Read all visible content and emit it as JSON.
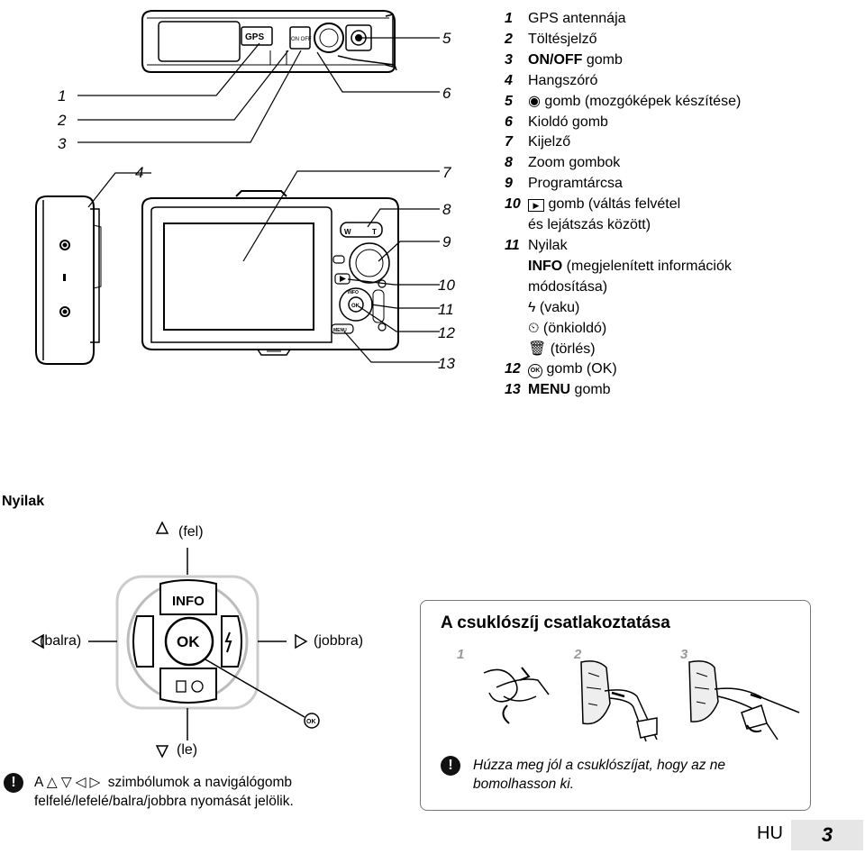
{
  "callouts": {
    "left": [
      "1",
      "2",
      "3",
      "4"
    ],
    "right": [
      "5",
      "6",
      "7",
      "8",
      "9",
      "10",
      "11",
      "12",
      "13"
    ]
  },
  "camera_labels": {
    "gps": "GPS",
    "on_off": "ON OFF",
    "wide": "W",
    "tele": "T",
    "info": "INFO",
    "menu": "MENU",
    "ok": "OK"
  },
  "legend": {
    "item1": {
      "n": "1",
      "text": "GPS antennája"
    },
    "item2": {
      "n": "2",
      "text": "Töltésjelző"
    },
    "item3": {
      "n": "3",
      "bold": "ON/OFF",
      "text": " gomb"
    },
    "item4": {
      "n": "4",
      "text": "Hangszóró"
    },
    "item5": {
      "n": "5",
      "text": " gomb (mozgóképek készítése)"
    },
    "item6": {
      "n": "6",
      "text": "Kioldó gomb"
    },
    "item7": {
      "n": "7",
      "text": "Kijelző"
    },
    "item8": {
      "n": "8",
      "text": "Zoom gombok"
    },
    "item9": {
      "n": "9",
      "text": "Programtárcsa"
    },
    "item10": {
      "n": "10",
      "text": " gomb (váltás felvétel",
      "cont": "és lejátszás között)"
    },
    "item11": {
      "n": "11",
      "text": "Nyilak",
      "info_bold": "INFO",
      "info_text": " (megjelenített információk",
      "info_cont": "módosítása)",
      "flash": " (vaku)",
      "timer": " (önkioldó)",
      "trash": " (törlés)"
    },
    "item12": {
      "n": "12",
      "text": " gomb (OK)"
    },
    "item13": {
      "n": "13",
      "bold": "MENU",
      "text": " gomb"
    }
  },
  "arrows_section": {
    "title": "Nyilak",
    "up": "(fel)",
    "down": "(le)",
    "left": "(balra)",
    "right": "(jobbra)",
    "info_label": "INFO",
    "ok_label": "OK",
    "ok_callout": "OK",
    "note_line1_a": "A",
    "note_line1_b": "szimbólumok a navigálógomb",
    "note_line2": "felfelé/lefelé/balra/jobbra nyomását jelölik."
  },
  "strap": {
    "title": "A csuklószíj csatlakoztatása",
    "steps": [
      "1",
      "2",
      "3"
    ],
    "note": "Húzza meg jól a csuklószíjat, hogy az ne bomolhasson ki."
  },
  "footer": {
    "lang": "HU",
    "page": "3"
  }
}
